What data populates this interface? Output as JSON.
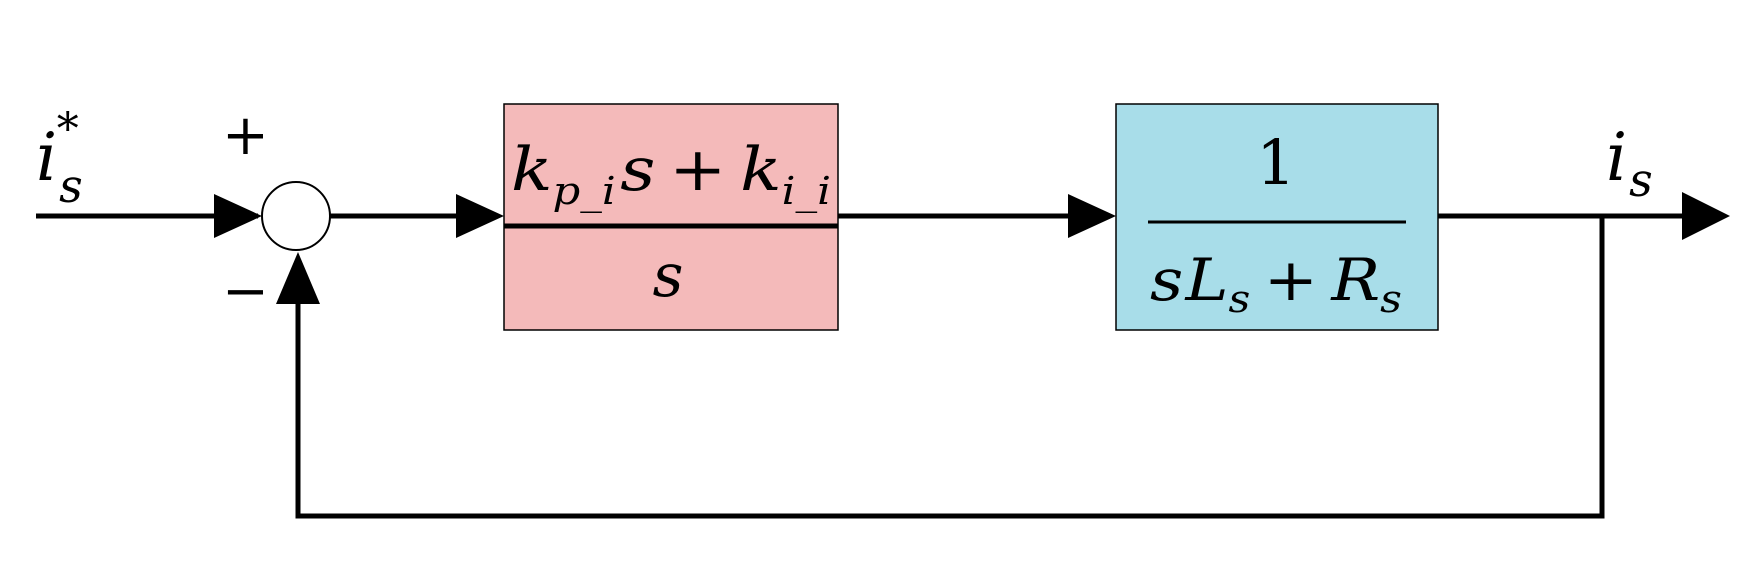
{
  "signals": {
    "input_main": "i",
    "input_sub": "s",
    "input_sup": "*",
    "output_main": "i",
    "output_sub": "s"
  },
  "summing_junction": {
    "plus": "+",
    "minus": "−"
  },
  "controller": {
    "fill": "#f4baba",
    "k1": "k",
    "k1_sub": "p_i",
    "s1": "s",
    "op": "+",
    "k2": "k",
    "k2_sub": "i_i",
    "denominator": "s"
  },
  "plant": {
    "fill": "#a8dde9",
    "numerator": "1",
    "s": "s",
    "L": "L",
    "L_sub": "s",
    "op": "+",
    "R": "R",
    "R_sub": "s"
  }
}
